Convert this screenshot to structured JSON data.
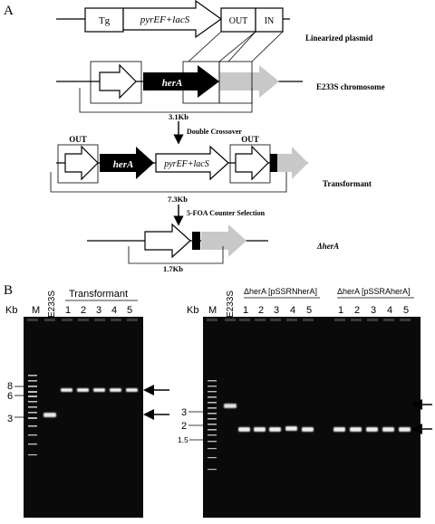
{
  "panel_a": {
    "letter": "A",
    "plasmid": {
      "tg": "Tg",
      "cassette": "pyrEF+lacS",
      "out": "OUT",
      "in": "IN",
      "label": "Linearized plasmid"
    },
    "chromosome": {
      "gene": "herA",
      "label": "E233S chromosome",
      "size": "3.1Kb"
    },
    "step1": "Double Crossover",
    "transformant": {
      "out1": "OUT",
      "gene": "herA",
      "cassette": "pyrEF+lacS",
      "out2": "OUT",
      "label": "Transformant",
      "size": "7.3Kb"
    },
    "step2": "5-FOA Counter Selection",
    "mutant": {
      "label": "ΔherA",
      "size": "1.7Kb"
    }
  },
  "panel_b": {
    "letter": "B",
    "gel1": {
      "kb": "Kb",
      "marker": "M",
      "control": "E233S",
      "group": "Transformant",
      "lanes": [
        "1",
        "2",
        "3",
        "4",
        "5"
      ],
      "ladder_labels": [
        "8",
        "6",
        "3"
      ]
    },
    "gel2": {
      "kb": "Kb",
      "marker": "M",
      "control": "E233S",
      "group1": "ΔherA [pSSRNherA]",
      "group2": "ΔherA [pSSRAherA]",
      "lanes1": [
        "1",
        "2",
        "3",
        "4",
        "5"
      ],
      "lanes2": [
        "1",
        "2",
        "3",
        "4",
        "5"
      ],
      "ladder_labels": [
        "3",
        "2",
        "1.5"
      ]
    }
  },
  "colors": {
    "black": "#000000",
    "gray": "#c8c8c8",
    "gel": "#0a0a0a",
    "band": "#f0f0f0"
  }
}
